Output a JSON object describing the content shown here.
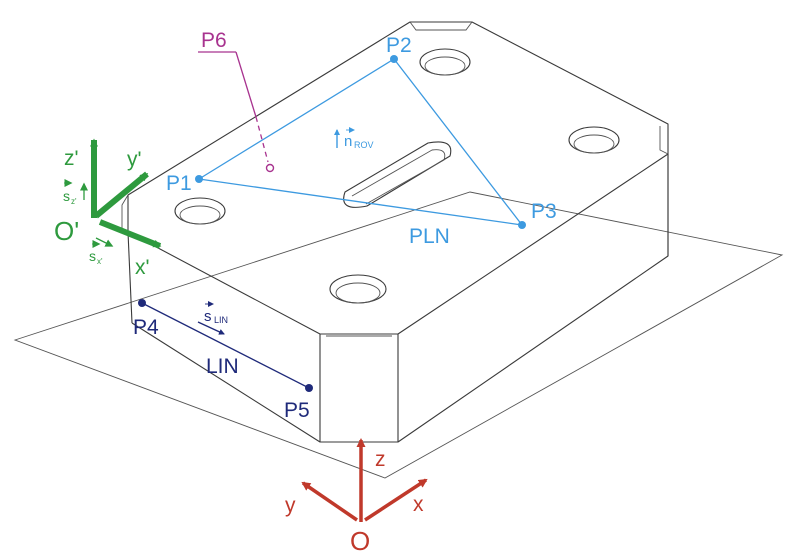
{
  "colors": {
    "plane_points": "#3d9ae0",
    "line_points": "#1f2a7a",
    "p6": "#a8338f",
    "workpiece_frame": "#2e9a3e",
    "machine_frame": "#c0392b",
    "outline": "#3a3a3a"
  },
  "labels": {
    "p1": "P1",
    "p2": "P2",
    "p3": "P3",
    "p4": "P4",
    "p5": "P5",
    "p6": "P6",
    "pln": "PLN",
    "lin": "LIN",
    "n_rov_main": "n",
    "n_rov_sub": "ROV",
    "s_lin_main": "s",
    "s_lin_sub": "LIN",
    "s_z_main": "s",
    "s_z_sub": "z'",
    "s_x_main": "s",
    "s_x_sub": "x'",
    "frame_prime_origin": "O'",
    "frame_prime_x": "x'",
    "frame_prime_y": "y'",
    "frame_prime_z": "z'",
    "frame_origin": "O",
    "frame_x": "x",
    "frame_y": "y",
    "frame_z": "z"
  }
}
